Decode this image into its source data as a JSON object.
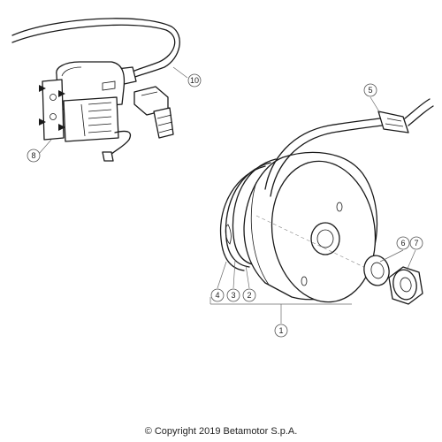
{
  "callouts": {
    "c1": "1",
    "c2": "2",
    "c3": "3",
    "c4": "4",
    "c5": "5",
    "c6": "6",
    "c7": "7",
    "c8": "8",
    "c10": "10"
  },
  "footer": {
    "copyright": "© Copyright 2019 Betamotor S.p.A."
  }
}
